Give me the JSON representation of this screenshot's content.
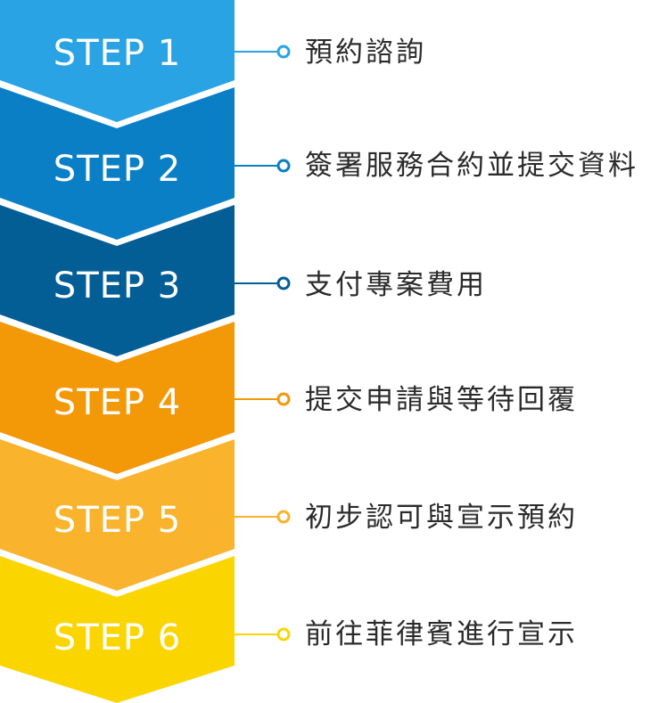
{
  "steps": [
    {
      "label": "STEP 1",
      "description": "預約諮詢",
      "color": "#29a3e4"
    },
    {
      "label": "STEP 2",
      "description": "簽署服務合約並提交資料",
      "color": "#0a7fc6"
    },
    {
      "label": "STEP 3",
      "description": "支付專案費用",
      "color": "#035e96"
    },
    {
      "label": "STEP 4",
      "description": "提交申請與等待回覆",
      "color": "#f39807"
    },
    {
      "label": "STEP 5",
      "description": "初步認可與宣示預約",
      "color": "#f9b32c"
    },
    {
      "label": "STEP 6",
      "description": "前往菲律賓進行宣示",
      "color": "#fbd500"
    }
  ]
}
